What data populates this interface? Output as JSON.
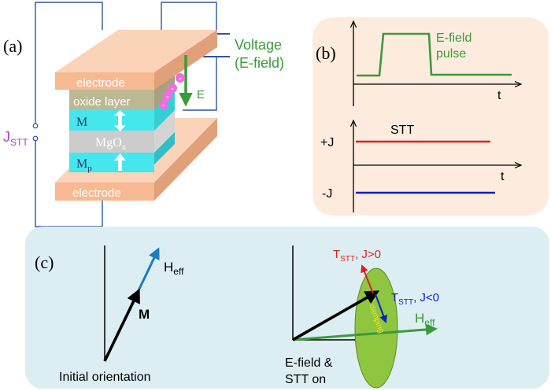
{
  "panel_a": {
    "label": "(a)",
    "top_electrode": "electrode",
    "oxide_layer": "oxide layer",
    "m_layer": "M",
    "barrier_base": "MgO",
    "barrier_sub": "x",
    "pinned_base": "M",
    "pinned_sub": "p",
    "bottom_electrode": "electrode",
    "voltage_line1": "Voltage",
    "voltage_line2": "(E-field)",
    "efield_arrow_label": "E",
    "charge_symbol": "-",
    "jstt_base": "J",
    "jstt_sub": "STT",
    "colors": {
      "electrode": "#f6b992",
      "oxide": "#bdb894",
      "m_layer": "#45e6ec",
      "barrier": "#cccccc",
      "efield": "#3a9a3a",
      "charge": "#ee6ee0",
      "jstt": "#b040c8"
    }
  },
  "panel_b": {
    "label": "(b)",
    "pulse_line1": "E-field",
    "pulse_line2": "pulse",
    "t_top": "t",
    "stt_label": "STT",
    "plus_j": "+J",
    "minus_j": "-J",
    "t_bottom": "t",
    "colors": {
      "background": "#fdecde",
      "pulse": "#3a9a3a",
      "plus": "#e02020",
      "minus": "#1020c0"
    }
  },
  "panel_c": {
    "label": "(c)",
    "heff_base": "H",
    "heff_sub": "eff",
    "m_label": "M",
    "initial_caption": "Initial orientation",
    "tstt_base": "T",
    "tstt_sub": "STT",
    "tstt_pos_suffix": ", J>0",
    "tstt_neg_suffix": ", J<0",
    "damping": "damping",
    "heff2_base": "H",
    "heff2_sub": "eff",
    "caption_line1": "E-field &",
    "caption_line2": "STT on",
    "colors": {
      "background": "#ddeef3",
      "heff": "#1f7bbf",
      "tstt_pos": "#e02020",
      "tstt_neg": "#1020c0",
      "ellipse": "#8ec63f",
      "heff_green": "#3a9a3a",
      "damping": "#f5e11a"
    }
  }
}
